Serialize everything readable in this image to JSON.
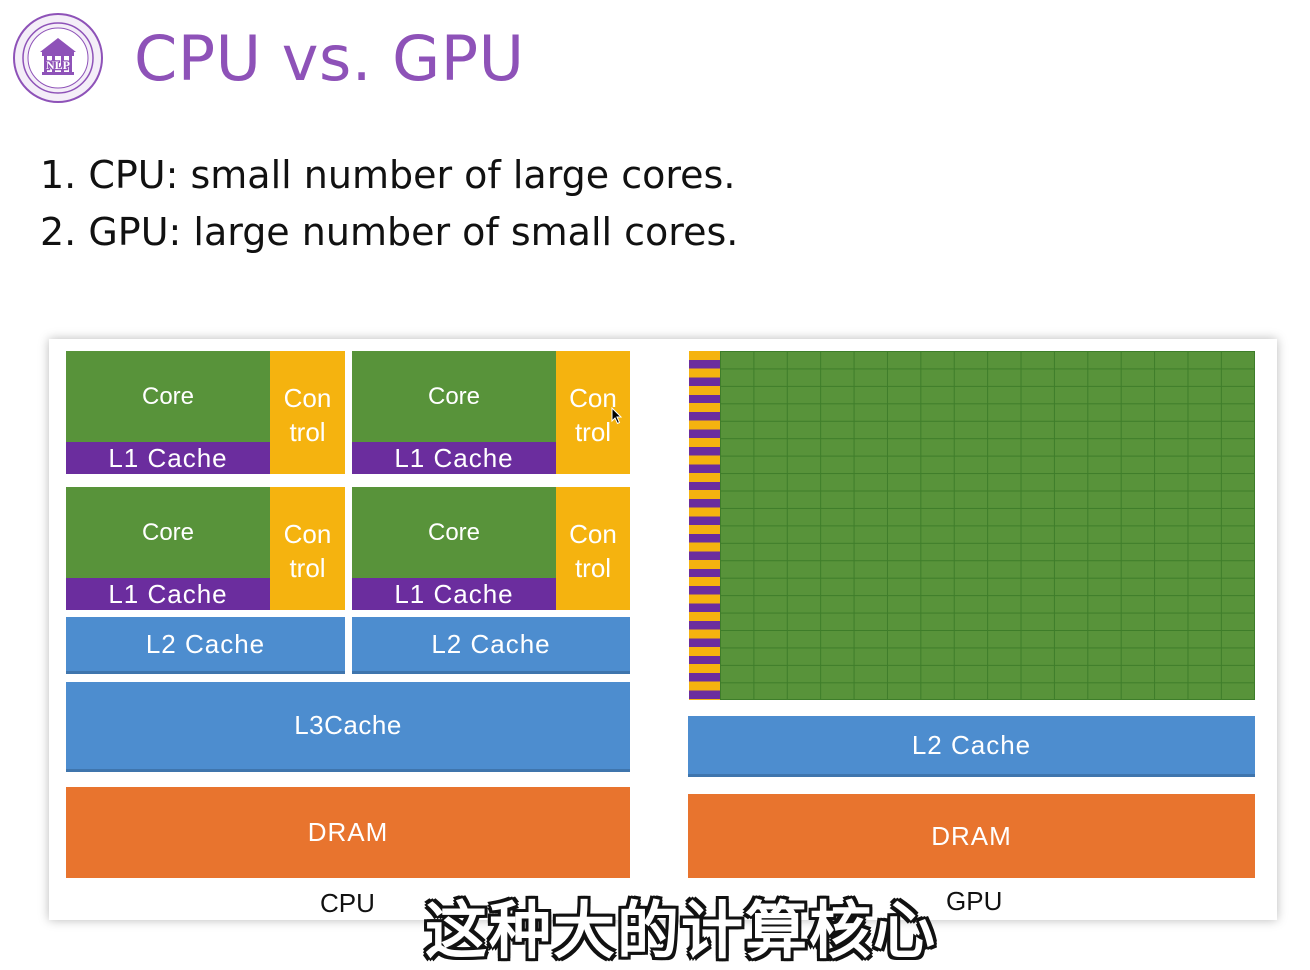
{
  "header": {
    "logo_text": "NLP",
    "title": "CPU vs. GPU"
  },
  "bullets": [
    "1. CPU: small number of large cores.",
    "2. GPU: large number of small cores."
  ],
  "diagram": {
    "cpu": {
      "label": "CPU",
      "cores": [
        {
          "core": "Core",
          "control": [
            "Con",
            "trol"
          ],
          "l1": "L1 Cache"
        },
        {
          "core": "Core",
          "control": [
            "Con",
            "trol"
          ],
          "l1": "L1 Cache"
        },
        {
          "core": "Core",
          "control": [
            "Con",
            "trol"
          ],
          "l1": "L1 Cache"
        },
        {
          "core": "Core",
          "control": [
            "Con",
            "trol"
          ],
          "l1": "L1 Cache"
        }
      ],
      "l2": [
        "L2 Cache",
        "L2 Cache"
      ],
      "l3": "L3Cache",
      "dram": "DRAM"
    },
    "gpu": {
      "label": "GPU",
      "l2": "L2 Cache",
      "dram": "DRAM"
    }
  },
  "subtitle": "这种大的计算核心",
  "colors": {
    "title": "#8e52b8",
    "core": "#58933a",
    "l1_cache": "#6b2d9e",
    "control": "#f5b30f",
    "cache": "#4d8dcf",
    "dram": "#e8742e"
  }
}
